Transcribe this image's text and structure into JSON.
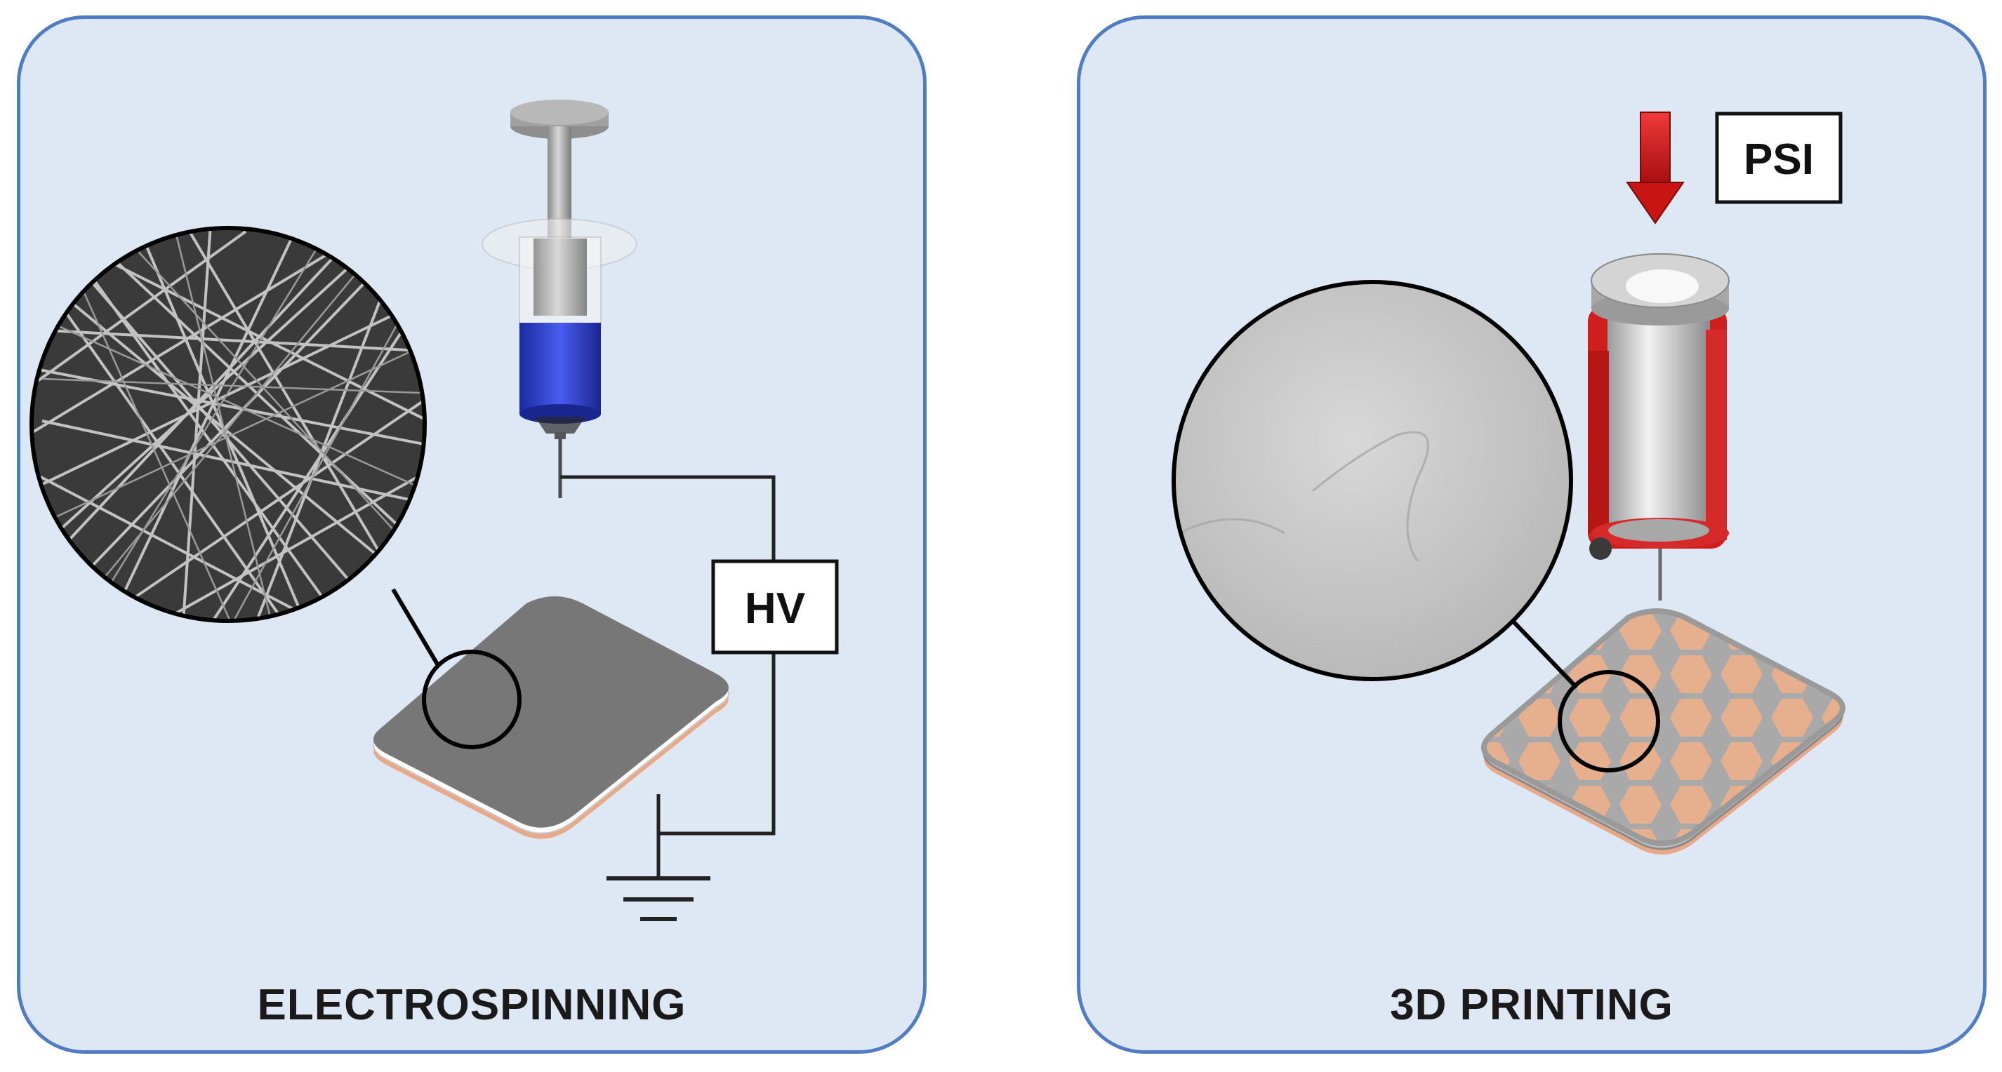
{
  "panels": {
    "left": {
      "caption": "ELECTROSPINNING",
      "box_label": "HV"
    },
    "right": {
      "caption": "3D PRINTING",
      "box_label": "PSI"
    }
  },
  "colors": {
    "panel_fill": "#dee8f5",
    "panel_border": "#4f7cc4",
    "collector_top": "#777777",
    "copper": "#e8a988",
    "syringe_liquid": "#2b3bd0",
    "arrow": "#d11a1a",
    "cartridge": "#cf1e1e",
    "hex_fill": "#e6b08e"
  },
  "icons": [
    "syringe-icon",
    "collector-plate-icon",
    "ground-symbol-icon",
    "fiber-mesh-magnifier-icon",
    "pressure-arrow-icon",
    "print-cartridge-icon",
    "hexagon-scaffold-icon",
    "smooth-surface-magnifier-icon"
  ]
}
